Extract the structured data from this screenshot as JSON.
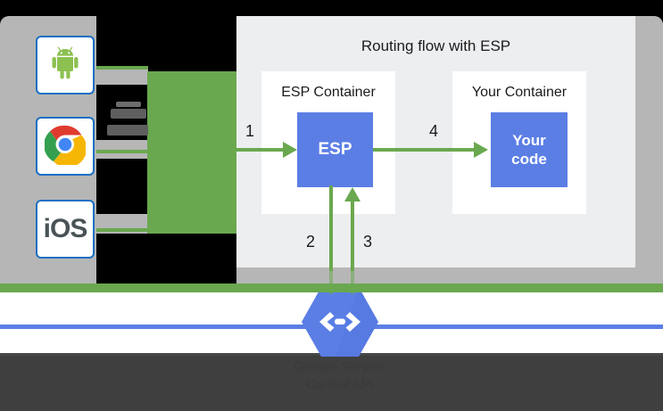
{
  "diagram": {
    "title": "Routing flow with ESP",
    "containers": [
      {
        "name": "esp-container",
        "title": "ESP Container",
        "box_label": "ESP"
      },
      {
        "name": "your-container",
        "title": "Your Container",
        "box_label": "Your\ncode"
      }
    ],
    "box_labels": {
      "esp": "ESP",
      "your_code_line1": "Your",
      "your_code_line2": "code"
    },
    "steps": [
      "1",
      "2",
      "3",
      "4"
    ],
    "service": {
      "label_line1": "Google Service",
      "label_line2": "Control API",
      "icon": "hexagon-api-icon"
    },
    "clients": [
      {
        "name": "android",
        "icon": "android-icon",
        "label": ""
      },
      {
        "name": "chrome",
        "icon": "chrome-icon",
        "label": ""
      },
      {
        "name": "ios",
        "icon": "ios-icon",
        "label": "iOS"
      }
    ]
  },
  "colors": {
    "green": "#6aa84f",
    "blue": "#5b7ee5",
    "panel": "#eceef0",
    "frame_gray": "#b6b6b6",
    "page_dark": "#3f3f3f",
    "card_border": "#1a6fc4"
  }
}
